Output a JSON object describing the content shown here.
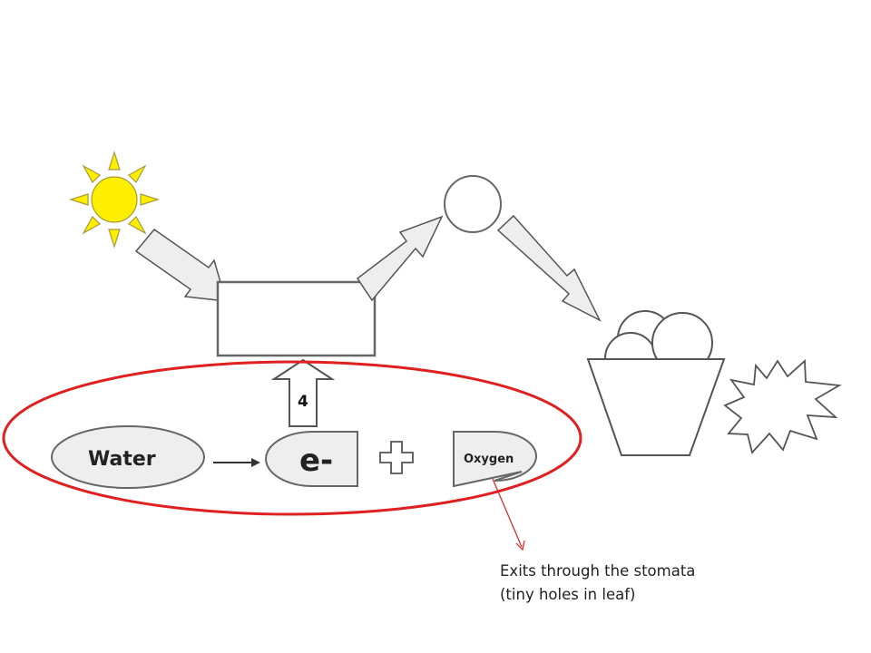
{
  "labels": {
    "water": "Water",
    "electron": "e-",
    "oxygen": "Oxygen",
    "step_number": "4"
  },
  "annotation": {
    "line1": "Exits through the stomata",
    "line2": "(tiny holes in leaf)"
  },
  "colors": {
    "sun": "#ffee00",
    "sun_outline": "#a69a3c",
    "shape_fill": "#eeeeee",
    "outline": "#555555",
    "highlight_ellipse": "#e02020",
    "annotation_line": "#e02020"
  }
}
